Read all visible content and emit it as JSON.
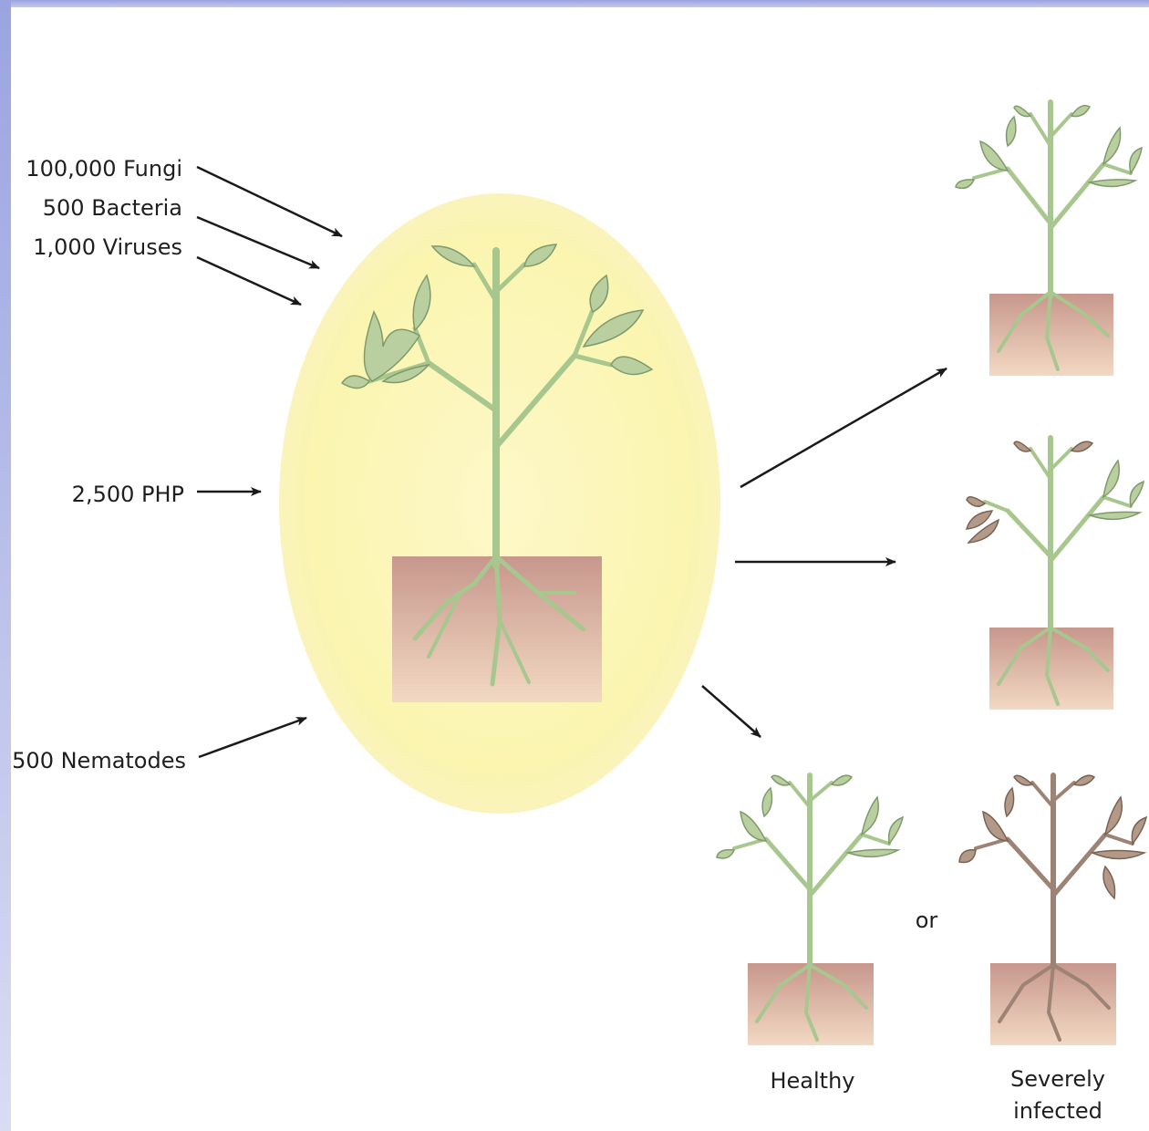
{
  "pathogens": [
    {
      "label": "100,000 Fungi"
    },
    {
      "label": "500 Bacteria"
    },
    {
      "label": "1,000 Viruses"
    },
    {
      "label": "2,500 PHP"
    },
    {
      "label": "500 Nematodes"
    }
  ],
  "outcomes": {
    "or_label": "or",
    "healthy_label": "Healthy",
    "severely_line1": "Severely",
    "severely_line2": "infected"
  },
  "colors": {
    "frame_accent": "#a9b2e8",
    "halo": "#fbf6b6",
    "stem_healthy": "#a7c78f",
    "stem_infected": "#9d8374",
    "leaf_healthy": "#b9cf9f",
    "leaf_infected": "#b39a88",
    "soil_top": "#c7978c",
    "soil_bottom": "#f2d9c3"
  }
}
